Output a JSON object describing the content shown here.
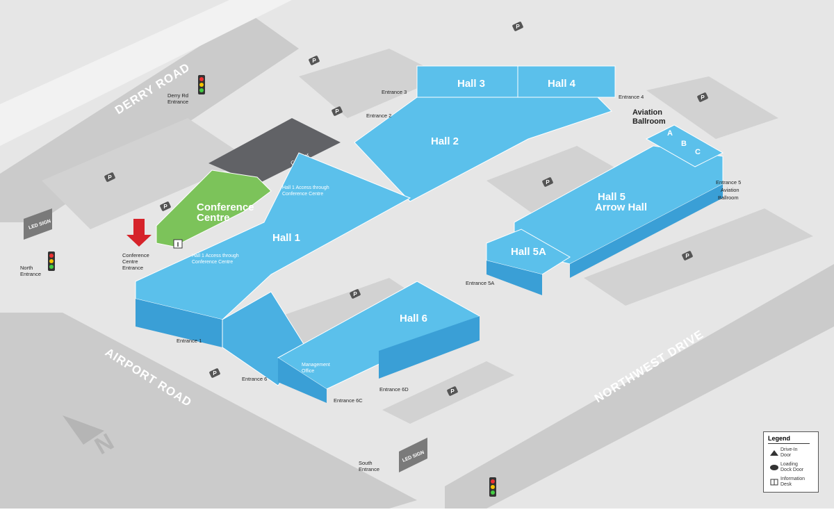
{
  "roads": {
    "derry_road": "DERRY ROAD",
    "airport_road": "AIRPORT ROAD",
    "northwest_drive": "NORTHWEST DRIVE"
  },
  "halls": {
    "hall1": "Hall 1",
    "hall2": "Hall 2",
    "hall3": "Hall 3",
    "hall4": "Hall 4",
    "hall5_line1": "Hall 5",
    "hall5_line2": "Arrow Hall",
    "hall5a": "Hall 5A",
    "hall6": "Hall 6",
    "conference_line1": "Conference",
    "conference_line2": "Centre",
    "aviation_line1": "Aviation",
    "aviation_line2": "Ballroom",
    "room_a": "A",
    "room_b": "B",
    "room_c": "C",
    "corridor": "Corridor",
    "management_line1": "Management",
    "management_line2": "Office",
    "info_desk": "I"
  },
  "access": {
    "hall1_access_top_l1": "Hall 1 Access through",
    "hall1_access_top_l2": "Conference Centre",
    "hall1_access_bottom_l1": "Hall 1 Access through",
    "hall1_access_bottom_l2": "Conference Centre"
  },
  "entrances": {
    "entrance1": "Entrance 1",
    "entrance2": "Entrance 2",
    "entrance3": "Entrance 3",
    "entrance4": "Entrance 4",
    "entrance5_l1": "Entrance 5",
    "entrance5_l2": "Aviation",
    "entrance5_l3": "Ballroom",
    "entrance5a": "Entrance 5A",
    "entrance6": "Entrance 6",
    "entrance6c": "Entrance 6C",
    "entrance6d": "Entrance 6D",
    "derry_l1": "Derry Rd",
    "derry_l2": "Entrance",
    "north_l1": "North",
    "north_l2": "Entrance",
    "south_l1": "South",
    "south_l2": "Entrance",
    "conf_l1": "Conference",
    "conf_l2": "Centre",
    "conf_l3": "Entrance"
  },
  "signs": {
    "led_sign": "LED SIGN"
  },
  "parking_symbol": "P",
  "compass": "N",
  "legend": {
    "title": "Legend",
    "drive_in_l1": "Drive-In",
    "drive_in_l2": "Door",
    "loading_l1": "Loading",
    "loading_l2": "Dock Door",
    "info_l1": "Information",
    "info_l2": "Desk"
  },
  "colors": {
    "hall_blue": "#5bc0eb",
    "hall_blue_dark": "#3a9fd6",
    "conference_green": "#7cc35a",
    "corridor_gray": "#616266",
    "road_gray": "#c8c8c8",
    "lot_gray": "#e4e4e4",
    "arrow_red": "#d6232a"
  }
}
